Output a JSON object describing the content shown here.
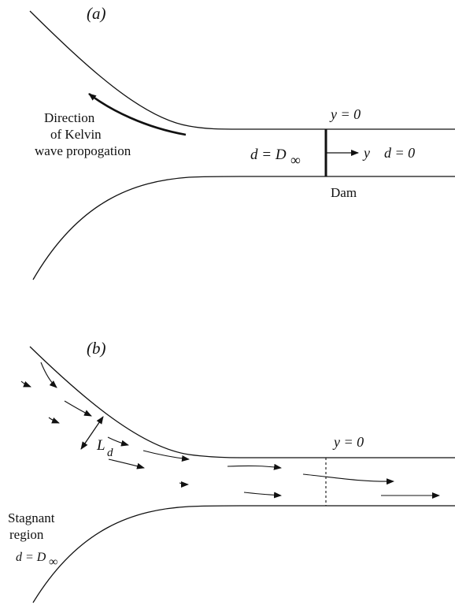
{
  "panel_a": {
    "tag": "(a)",
    "y_label": "y = 0",
    "depth_left": "d = D",
    "depth_sub": "∞",
    "axis_label": "y",
    "depth_right": "d = 0",
    "dam_label": "Dam",
    "note_line1": "Direction",
    "note_line2": "of Kelvin",
    "note_line3": "wave propogation"
  },
  "panel_b": {
    "tag": "(b)",
    "y_label": "y = 0",
    "ld_label": "L",
    "ld_sub": "d",
    "stagnant_line1": "Stagnant",
    "stagnant_line2": "region",
    "depth_label": "d = D",
    "depth_sub": "∞"
  }
}
